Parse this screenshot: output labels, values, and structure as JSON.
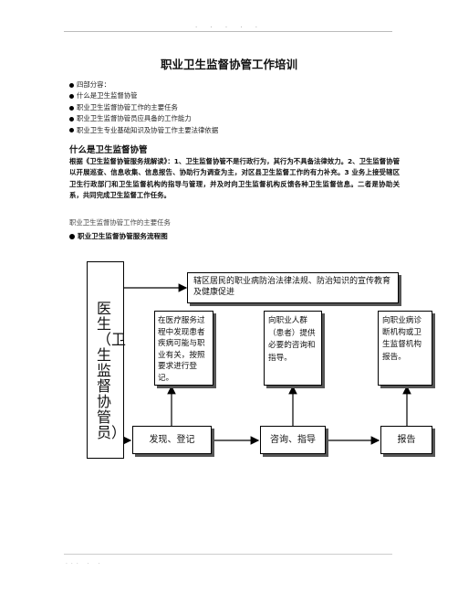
{
  "header": {
    "dots": ". . . . ."
  },
  "title": "职业卫生监督协管工作培训",
  "toc": [
    "四部分容：",
    "什么是卫生监督协管",
    "职业卫生监督协管工作的主要任务",
    "职业卫生监督协管员应具备的工作能力",
    "职业卫生专业基础知识及协管工作主要法律依据"
  ],
  "section1": {
    "heading": "什么是卫生监督协管",
    "paragraph": "根据《卫生监督协管服务规解读》：1、卫生监督协管不是行政行为，其行为不具备法律效力。2、卫生监督协管以开展巡查、信息收集、信息报告、协助行为调查为主，对区县卫生监督工作的有力补充。3 业务上接受辖区卫生行政部门和卫生监督机构的指导与管理，并及时向卫生监督机构反馈各种卫生监督信息。二者是协助关系，共同完成卫生监督工作任务。"
  },
  "section2": {
    "heading": "职业卫生监督协管工作的主要任务",
    "flow_title": "职业卫生监督协管服务流程图"
  },
  "flowchart": {
    "left_box": "医生（卫生监督协管员）",
    "top_box": "辖区居民的职业病防治法律法规、防治知识的宣传教育及健康促进",
    "mid1": "在医疗服务过程中发现患者疾病可能与职业有关，按照要求进行登记。",
    "mid2": "向职业人群（患者）提供必要的咨询和指导。",
    "mid3": "向职业病诊断机构或卫生监督机构报告。",
    "bottom1": "发现、登记",
    "bottom2": "咨询、指导",
    "bottom3": "报告"
  },
  "footer": {
    "dots": "... . ."
  }
}
